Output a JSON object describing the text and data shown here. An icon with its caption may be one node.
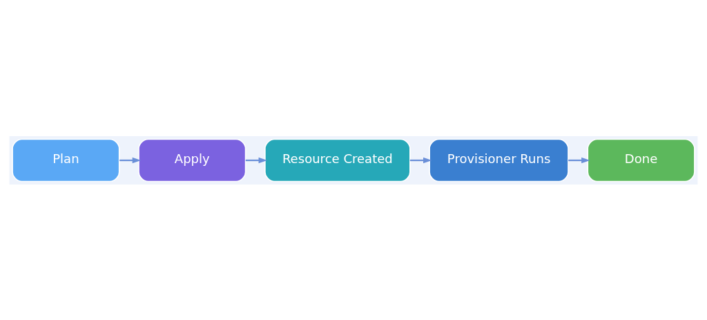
{
  "diagram": {
    "nodes": [
      {
        "text": [
          "Plan"
        ]
      },
      {
        "text": [
          "Apply"
        ]
      },
      {
        "text": [
          "Resource Created"
        ]
      },
      {
        "text": [
          "Provisioner Runs"
        ]
      },
      {
        "text": [
          "Done"
        ]
      }
    ],
    "edges": [
      {
        "from": 0,
        "to": 1,
        "arrow": "to"
      },
      {
        "from": 1,
        "to": 2,
        "arrow": "to"
      },
      {
        "from": 2,
        "to": 3,
        "arrow": "to"
      },
      {
        "from": 3,
        "to": 4,
        "arrow": "to"
      }
    ]
  }
}
